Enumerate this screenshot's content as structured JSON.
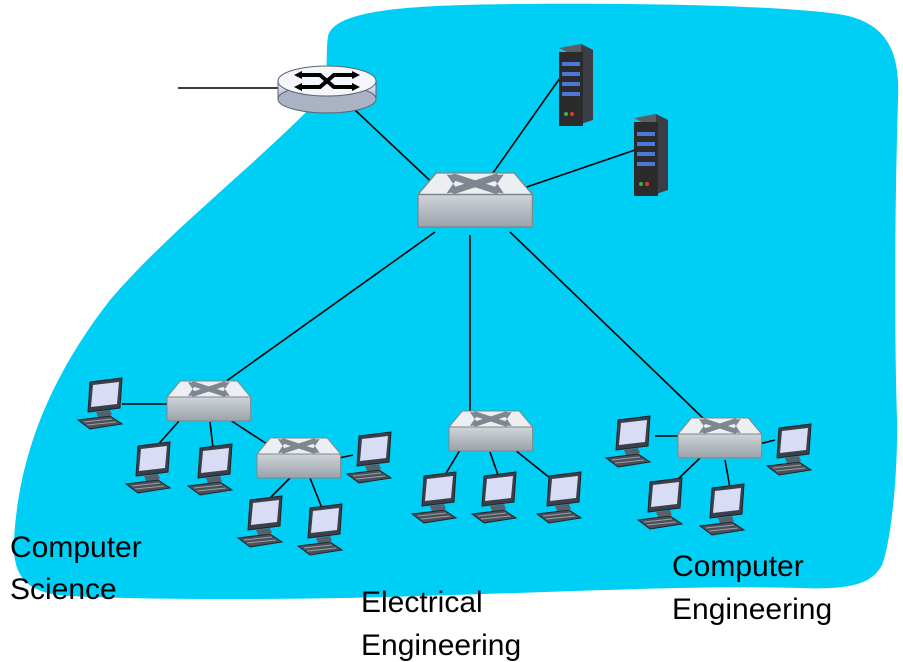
{
  "colors": {
    "region_fill": "#00cff5",
    "link": "#000000",
    "device_light": "#eceff2",
    "device_mid": "#b9c0c7",
    "device_dark": "#7e8790",
    "server_body": "#2b2b2b",
    "server_stripe": "#4a78d8",
    "monitor_screen": "#d8dcf4"
  },
  "icons": {
    "router": "router-icon",
    "switch": "switch-icon",
    "server": "server-icon",
    "host": "computer-icon"
  },
  "labels": {
    "computer_science": [
      "Computer",
      "Science"
    ],
    "electrical_engineering": [
      "Electrical",
      "Engineering"
    ],
    "computer_engineering": [
      "Computer",
      "Engineering"
    ]
  }
}
